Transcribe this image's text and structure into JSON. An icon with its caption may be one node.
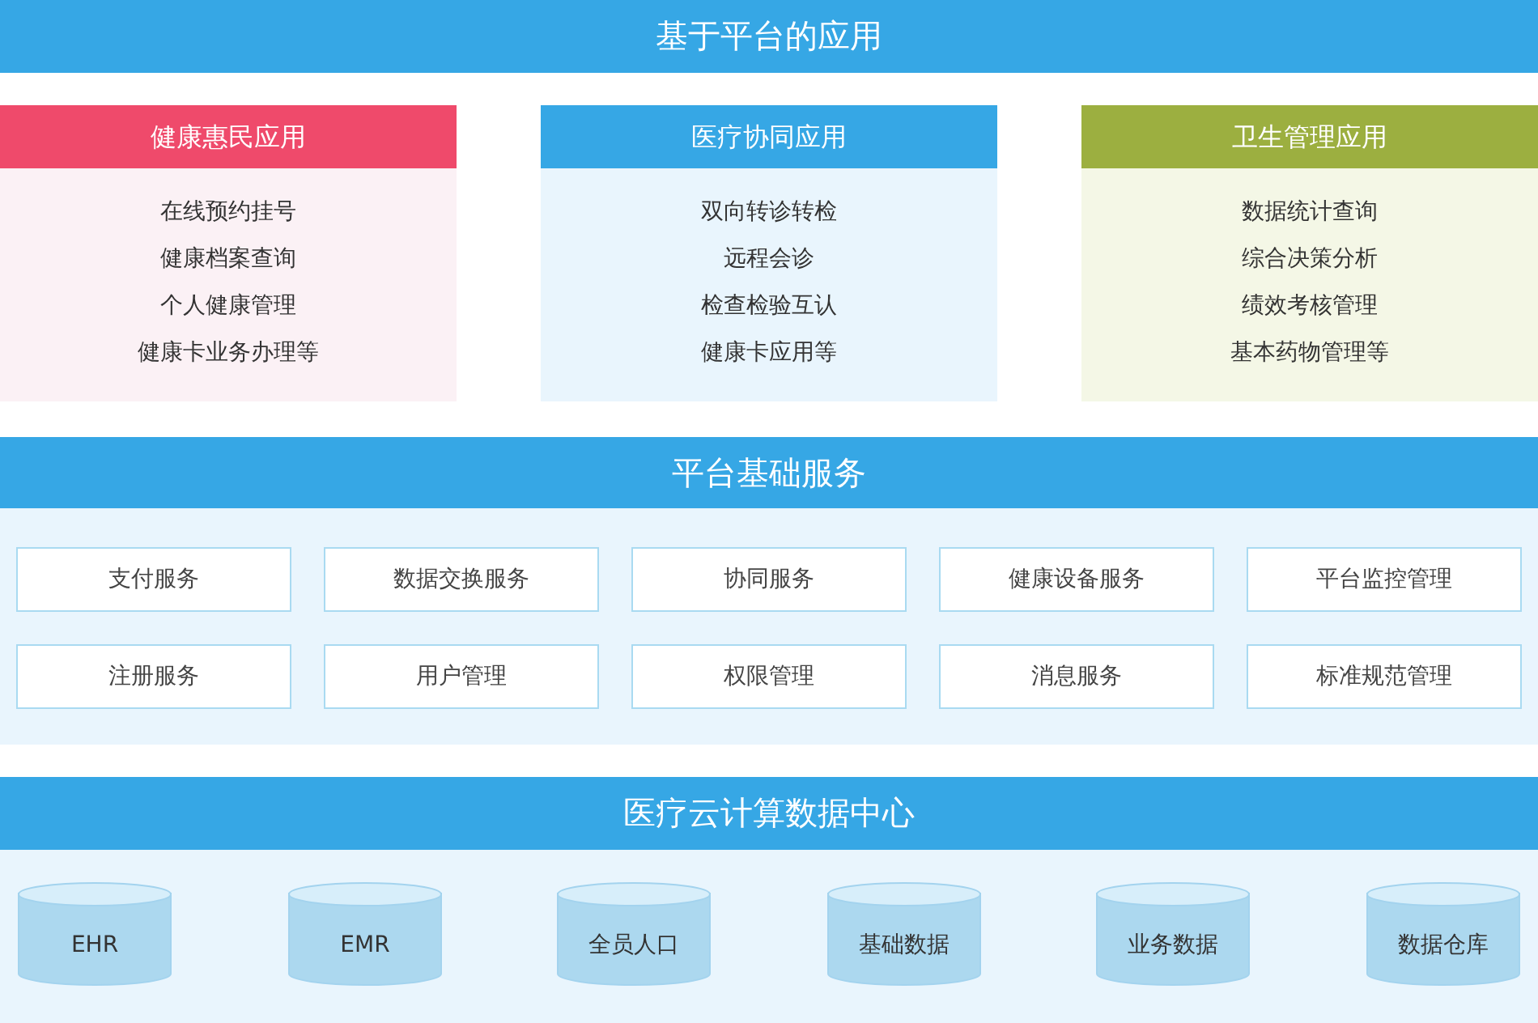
{
  "diagram": {
    "nodes": [
      {
        "text": [
          "基于平台的应用"
        ]
      },
      {
        "text": [
          "健康惠民应用",
          "在线预约挂号",
          "健康档案查询",
          "个人健康管理",
          "健康卡业务办理等"
        ]
      },
      {
        "text": [
          "医疗协同应用",
          "双向转诊转检",
          "远程会诊",
          "检查检验互认",
          "健康卡应用等"
        ]
      },
      {
        "text": [
          "卫生管理应用",
          "数据统计查询",
          "综合决策分析",
          "绩效考核管理",
          "基本药物管理等"
        ]
      },
      {
        "text": [
          "平台基础服务"
        ]
      },
      {
        "text": [],
        "shape": "box"
      },
      {
        "text": [
          "支付服务"
        ],
        "in": 5
      },
      {
        "text": [
          "数据交换服务"
        ],
        "in": 5
      },
      {
        "text": [
          "协同服务"
        ],
        "in": 5
      },
      {
        "text": [
          "健康设备服务"
        ],
        "in": 5
      },
      {
        "text": [
          "平台监控管理"
        ],
        "in": 5
      },
      {
        "text": [
          "注册服务"
        ],
        "in": 5
      },
      {
        "text": [
          "用户管理"
        ],
        "in": 5
      },
      {
        "text": [
          "权限管理"
        ],
        "in": 5
      },
      {
        "text": [
          "消息服务"
        ],
        "in": 5
      },
      {
        "text": [
          "标准规范管理"
        ],
        "in": 5
      },
      {
        "text": [
          "医疗云计算数据中心"
        ]
      },
      {
        "text": [],
        "shape": "box"
      },
      {
        "text": [
          "EHR"
        ],
        "in": 17
      },
      {
        "text": [
          "EMR"
        ],
        "in": 17
      },
      {
        "text": [
          "全员人口"
        ],
        "in": 17
      },
      {
        "text": [
          "基础数据"
        ],
        "in": 17
      },
      {
        "text": [
          "业务数据"
        ],
        "in": 17
      },
      {
        "text": [
          "数据仓库"
        ],
        "in": 17
      }
    ]
  }
}
